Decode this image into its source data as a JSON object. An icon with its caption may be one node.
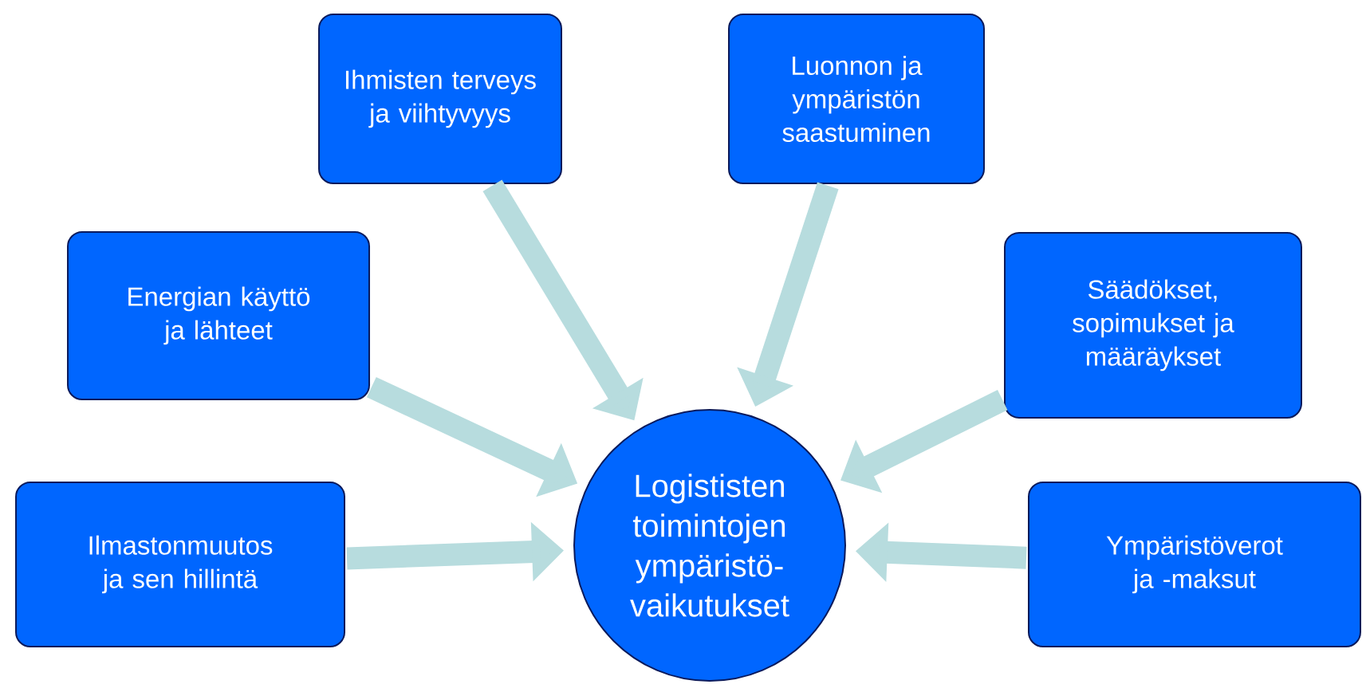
{
  "diagram": {
    "nodes": [
      {
        "text": [
          "Ihmisten terveys ja viihtyvyys"
        ]
      },
      {
        "text": [
          "Luonnon ja ympäristön saastuminen"
        ]
      },
      {
        "text": [
          "Energian käyttö ja lähteet"
        ]
      },
      {
        "text": [
          "Säädökset, sopimukset ja määräykset"
        ]
      },
      {
        "text": [
          "Ilmastonmuutos ja sen hillintä"
        ]
      },
      {
        "text": [
          "Logististen toimintojen ympäristö- vaikutukset"
        ]
      },
      {
        "text": [
          "Ympäristöverot ja -maksut"
        ]
      }
    ],
    "edges": [
      {
        "from": 0,
        "to": 5,
        "arrow": "to"
      },
      {
        "from": 1,
        "to": 5,
        "arrow": "to"
      },
      {
        "from": 2,
        "to": 5,
        "arrow": "to"
      },
      {
        "from": 3,
        "to": 5,
        "arrow": "to"
      },
      {
        "from": 4,
        "to": 5,
        "arrow": "to"
      },
      {
        "from": 6,
        "to": 5,
        "arrow": "to"
      }
    ]
  }
}
